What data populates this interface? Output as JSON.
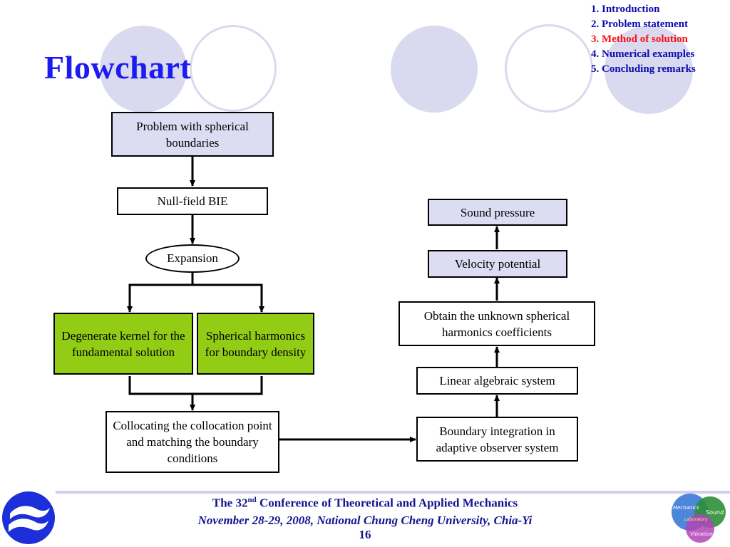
{
  "slide": {
    "title": "Flowchart",
    "outline": [
      {
        "label": "1. Introduction",
        "active": false
      },
      {
        "label": "2. Problem statement",
        "active": false
      },
      {
        "label": "3. Method of solution",
        "active": true
      },
      {
        "label": "4. Numerical examples",
        "active": false
      },
      {
        "label": "5. Concluding remarks",
        "active": false
      }
    ],
    "colors": {
      "title": "#1c1cf0",
      "outline": "#0b0bb0",
      "outline_active": "#ff1010",
      "decor_circle": "#d9d9ef",
      "box_lavender": "#dcdcf2",
      "box_green": "#92cc14",
      "footer_text": "#141490"
    }
  },
  "flowchart": {
    "nodes": {
      "problem": "Problem with spherical boundaries",
      "null_field": "Null-field BIE",
      "expansion": "Expansion",
      "degenerate": "Degenerate kernel for the fundamental solution",
      "spherical": "Spherical harmonics for boundary density",
      "collocating": "Collocating the collocation point and matching the boundary conditions",
      "boundary_integration": "Boundary integration in adaptive observer system",
      "linear_system": "Linear algebraic system",
      "obtain_coeffs": "Obtain the unknown spherical harmonics coefficients",
      "velocity": "Velocity potential",
      "sound": "Sound pressure"
    },
    "edges": [
      [
        "problem",
        "null_field"
      ],
      [
        "null_field",
        "expansion"
      ],
      [
        "expansion",
        "degenerate"
      ],
      [
        "expansion",
        "spherical"
      ],
      [
        "degenerate",
        "collocating"
      ],
      [
        "spherical",
        "collocating"
      ],
      [
        "collocating",
        "boundary_integration"
      ],
      [
        "boundary_integration",
        "linear_system"
      ],
      [
        "linear_system",
        "obtain_coeffs"
      ],
      [
        "obtain_coeffs",
        "velocity"
      ],
      [
        "velocity",
        "sound"
      ]
    ]
  },
  "footer": {
    "conference_prefix": "The 32",
    "conference_sup": "nd",
    "conference_suffix": " Conference of Theoretical and Applied Mechanics",
    "date_place": "November 28-29, 2008, National Chung Cheng University, Chia-Yi",
    "page_number": "16",
    "lab_logo": {
      "mechanics": "Mechanics",
      "sound": "Sound",
      "laboratory": "Laboratory",
      "vibration": "Vibration"
    }
  }
}
